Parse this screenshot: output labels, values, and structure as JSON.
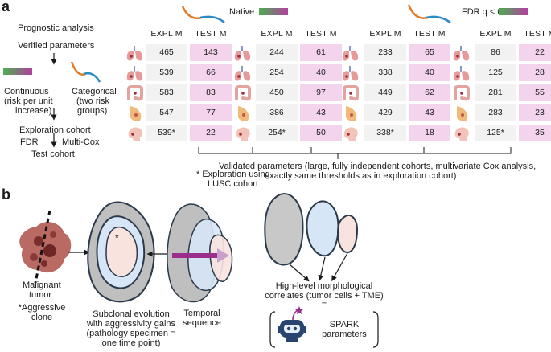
{
  "panel_a": {
    "letter": "a",
    "flow": {
      "title": "Prognostic analysis",
      "verified": "Verified parameters",
      "continuous_l1": "Continuous",
      "continuous_l2": "(risk per unit",
      "continuous_l3": "increase)",
      "categorical_l1": "Categorical",
      "categorical_l2": "(two risk",
      "categorical_l3": "groups)",
      "exploration": "Exploration cohort",
      "fdr": "FDR",
      "multicox": "Multi-Cox",
      "test_cohort": "Test cohort"
    },
    "legend": {
      "native": "Native",
      "fdr": "FDR q < 0.10"
    },
    "col_expl": "EXPL M",
    "col_test": "TEST M",
    "tables": [
      {
        "expl": [
          "465",
          "539",
          "583",
          "547",
          "539*"
        ],
        "test": [
          "143",
          "66",
          "83",
          "77",
          "22"
        ]
      },
      {
        "expl": [
          "244",
          "254",
          "450",
          "386",
          "254*"
        ],
        "test": [
          "61",
          "40",
          "97",
          "43",
          "50"
        ]
      },
      {
        "expl": [
          "233",
          "338",
          "449",
          "429",
          "338*"
        ],
        "test": [
          "65",
          "40",
          "62",
          "43",
          "18"
        ]
      },
      {
        "expl": [
          "86",
          "125",
          "281",
          "283",
          "125*"
        ],
        "test": [
          "22",
          "28",
          "55",
          "23",
          "35"
        ]
      }
    ],
    "organ_icons": [
      "lung-icon",
      "lung-icon",
      "colon-icon",
      "breast-icon",
      "head-neck-icon"
    ],
    "footnote_l1": "* Exploration using",
    "footnote_l2": "LUSC cohort",
    "validated_l1": "Validated parameters (large, fully independent cohorts, multivariate Cox analysis,",
    "validated_l2": "exactly same thresholds as  in exploration cohort)"
  },
  "panel_b": {
    "letter": "b",
    "tumor_l1": "Malignant",
    "tumor_l2": "tumor",
    "aggr_l1": "*Aggressive",
    "aggr_l2": "clone",
    "star": "*",
    "subclonal_l1": "Subclonal evolution",
    "subclonal_l2": "with aggressivity gains",
    "subclonal_l3": "(pathology specimen =",
    "subclonal_l4": "one time point)",
    "temporal_l1": "Temporal",
    "temporal_l2": "sequence",
    "morph_l1": "High-level morphological",
    "morph_l2": "correlates (tumor cells + TME)",
    "equals": "=",
    "spark_l1": "SPARK",
    "spark_l2": "parameters"
  },
  "colors": {
    "test_cell": "#f4d4ec",
    "expl_cell": "#f2f2f2",
    "gradient_start": "#4caf50",
    "gradient_end": "#b23fa0",
    "curve_orange": "#e07b2a",
    "curve_blue": "#2a8ac4",
    "arrow_purple": "#9b2d8c",
    "blue_shape": "#d6e6f7",
    "pink_shape": "#f8e3df",
    "grey_shape": "#c8c8c8"
  }
}
